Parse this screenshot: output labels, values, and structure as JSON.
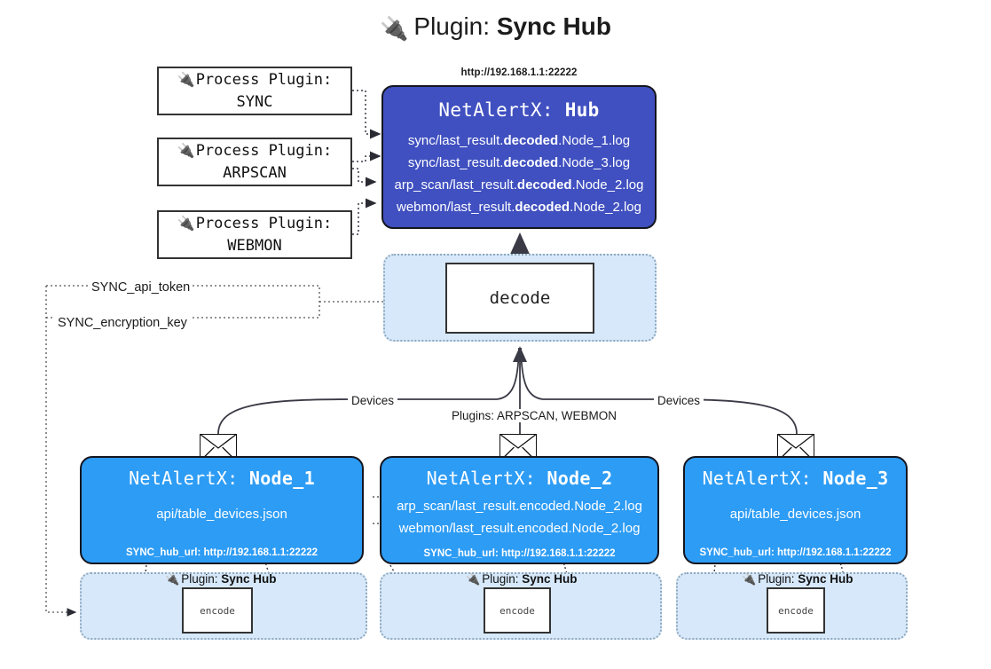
{
  "title": {
    "icon": "plug-icon",
    "prefix": "Plugin:",
    "name": "Sync Hub"
  },
  "process_plugins": [
    {
      "icon": "plug-icon",
      "line1": "Process Plugin:",
      "line2": "SYNC"
    },
    {
      "icon": "plug-icon",
      "line1": "Process Plugin:",
      "line2": "ARPSCAN"
    },
    {
      "icon": "plug-icon",
      "line1": "Process Plugin:",
      "line2": "WEBMON"
    }
  ],
  "hub": {
    "url": "http://192.168.1.1:22222",
    "title_prefix": "NetAlertX:",
    "title_name": "Hub",
    "logs": [
      {
        "pre": "sync/last_result.",
        "em": "decoded",
        "post": ".Node_1.log"
      },
      {
        "pre": "sync/last_result.",
        "em": "decoded",
        "post": ".Node_3.log"
      },
      {
        "pre": "arp_scan/last_result.",
        "em": "decoded",
        "post": ".Node_2.log"
      },
      {
        "pre": "webmon/last_result.",
        "em": "decoded",
        "post": ".Node_2.log"
      }
    ]
  },
  "decode": {
    "label": "decode"
  },
  "tokens": {
    "api_token": "SYNC_api_token",
    "encryption_key": "SYNC_encryption_key"
  },
  "edge_labels": {
    "devices_left": "Devices",
    "devices_right": "Devices",
    "plugins_center": "Plugins: ARPSCAN, WEBMON"
  },
  "nodes": [
    {
      "title_prefix": "NetAlertX:",
      "title_name": "Node_1",
      "lines": [
        "api/table_devices.json"
      ],
      "footer": "SYNC_hub_url: http://192.168.1.1:22222",
      "envelope_icon": "envelope-icon"
    },
    {
      "title_prefix": "NetAlertX:",
      "title_name": "Node_2",
      "lines": [
        "arp_scan/last_result.encoded.Node_2.log",
        "webmon/last_result.encoded.Node_2.log"
      ],
      "footer": "SYNC_hub_url: http://192.168.1.1:22222",
      "envelope_icon": "envelope-icon"
    },
    {
      "title_prefix": "NetAlertX:",
      "title_name": "Node_3",
      "lines": [
        "api/table_devices.json"
      ],
      "footer": "SYNC_hub_url: http://192.168.1.1:22222",
      "envelope_icon": "envelope-icon"
    }
  ],
  "encoders": [
    {
      "label_prefix": "Plugin:",
      "label_name": "Sync Hub",
      "box": "encode",
      "icon": "plug-icon"
    },
    {
      "label_prefix": "Plugin:",
      "label_name": "Sync Hub",
      "box": "encode",
      "icon": "plug-icon"
    },
    {
      "label_prefix": "Plugin:",
      "label_name": "Sync Hub",
      "box": "encode",
      "icon": "plug-icon"
    }
  ],
  "colors": {
    "hub_fill": "#4050c0",
    "node_fill": "#2d9cf5",
    "container_fill": "#d6e8fa",
    "stroke": "#333333",
    "page_bg": "#ffffff"
  }
}
